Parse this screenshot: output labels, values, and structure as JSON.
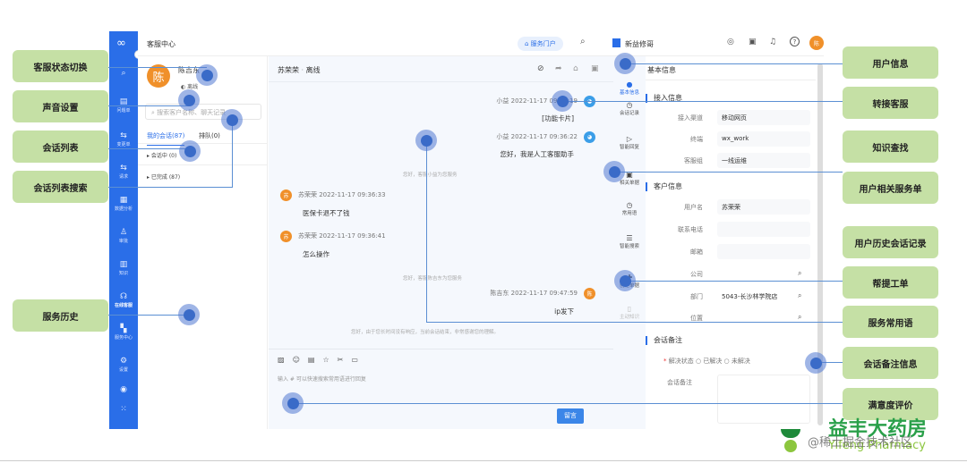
{
  "callouts_left": [
    {
      "label": "客服状态切换"
    },
    {
      "label": "声音设置"
    },
    {
      "label": "会话列表"
    },
    {
      "label": "会话列表搜索"
    },
    {
      "label": "服务历史"
    }
  ],
  "callouts_right": [
    {
      "label": "用户信息"
    },
    {
      "label": "转接客服"
    },
    {
      "label": "知识查找"
    },
    {
      "label": "用户相关服务单"
    },
    {
      "label": "用户历史会话记录"
    },
    {
      "label": "帮提工单"
    },
    {
      "label": "服务常用语"
    },
    {
      "label": "会话备注信息"
    },
    {
      "label": "满意度评价"
    }
  ],
  "nav": {
    "logo": "∞",
    "items": [
      {
        "label": "",
        "icon": "⌕"
      },
      {
        "label": "问题单",
        "icon": "▤"
      },
      {
        "label": "变更单",
        "icon": "⇆"
      },
      {
        "label": "请求",
        "icon": "⇆"
      },
      {
        "label": "数据分析",
        "icon": "▦"
      },
      {
        "label": "审批",
        "icon": "♙"
      },
      {
        "label": "知识",
        "icon": "▥"
      },
      {
        "label": "在线客服",
        "icon": "☊"
      },
      {
        "label": "服务中心",
        "icon": "▚"
      },
      {
        "label": "设置",
        "icon": "⚙"
      },
      {
        "label": "",
        "icon": "◉"
      },
      {
        "label": "",
        "icon": "⁙"
      }
    ]
  },
  "topbar": {
    "title": "客服中心",
    "portal_button": "服务门户",
    "tenant": "新益修哥",
    "avatar": "陈"
  },
  "agent": {
    "avatar": "陈",
    "name": "陈吉东",
    "status": "离线"
  },
  "session_list": {
    "search_placeholder": "搜索客户名称、聊天记录",
    "tabs": [
      {
        "label": "我的会话(87)",
        "active": true
      },
      {
        "label": "排队(0)",
        "active": false
      }
    ],
    "groups": [
      {
        "label": "会话中 (0)"
      },
      {
        "label": "已完成 (87)"
      }
    ]
  },
  "chat": {
    "header_name": "苏荣荣",
    "header_status": "离线",
    "messages": [
      {
        "side": "right",
        "avatar": "bot",
        "meta": "小益 2022-11-17 09:36:19",
        "text": "[功能卡片]"
      },
      {
        "side": "right",
        "avatar": "bot",
        "meta": "小益 2022-11-17 09:36:22",
        "text": "您好，我是人工客服助手"
      },
      {
        "side": "system",
        "text": "您好，客服小益为您服务"
      },
      {
        "side": "left",
        "avatar": "苏",
        "meta": "苏荣荣 2022-11-17 09:36:33",
        "text": "医保卡退不了钱"
      },
      {
        "side": "left",
        "avatar": "苏",
        "meta": "苏荣荣 2022-11-17 09:36:41",
        "text": "怎么操作"
      },
      {
        "side": "system",
        "text": "您好，客服陈吉东为您服务"
      },
      {
        "side": "right",
        "avatar": "陈",
        "meta": "陈吉东 2022-11-17 09:47:59",
        "text": "ip发下"
      },
      {
        "side": "system",
        "text": "您好，由于您长时间没有响应，当前会话结束，非常感谢您的理解。"
      }
    ],
    "input_placeholder": "输入 # 可以快速搜索常用语进行回复",
    "send_button": "留言"
  },
  "side_tabs": [
    {
      "label": "基本信息",
      "icon": "●",
      "active": true
    },
    {
      "label": "会话记录",
      "icon": "◷"
    },
    {
      "label": "智能回复",
      "icon": "▷"
    },
    {
      "label": "相关单据",
      "icon": "▣"
    },
    {
      "label": "常用语",
      "icon": "◷"
    },
    {
      "label": "智能搜索",
      "icon": "☰"
    },
    {
      "label": "创建单据",
      "icon": "✚"
    },
    {
      "label": "主动知识",
      "icon": "▯"
    }
  ],
  "info": {
    "title": "基本信息",
    "access_section": "接入信息",
    "access_fields": [
      {
        "label": "接入渠道",
        "value": "移动网页"
      },
      {
        "label": "终端",
        "value": "wx_work"
      },
      {
        "label": "客服组",
        "value": "一线运维"
      }
    ],
    "customer_section": "客户信息",
    "customer_fields": [
      {
        "label": "用户名",
        "value": "苏荣荣"
      },
      {
        "label": "联系电话",
        "value": ""
      },
      {
        "label": "邮箱",
        "value": ""
      },
      {
        "label": "公司",
        "value": "",
        "search": true
      },
      {
        "label": "部门",
        "value": "5043-长沙林学院店",
        "search": true
      },
      {
        "label": "位置",
        "value": "",
        "search": true
      }
    ],
    "note_section": "会话备注",
    "resolve_label": "解决状态",
    "resolve_options": [
      "已解决",
      "未解决"
    ],
    "note_label": "会话备注"
  },
  "brand": {
    "name_cn": "益丰大药房",
    "name_en": "Yifeng Pharmacy",
    "watermark": "@稀土掘金技术社区"
  },
  "colors": {
    "nav_blue": "#2a6ee8",
    "callout_green": "#c5e0a5",
    "avatar_orange": "#f0902a",
    "brand_green": "#2aa04a"
  }
}
